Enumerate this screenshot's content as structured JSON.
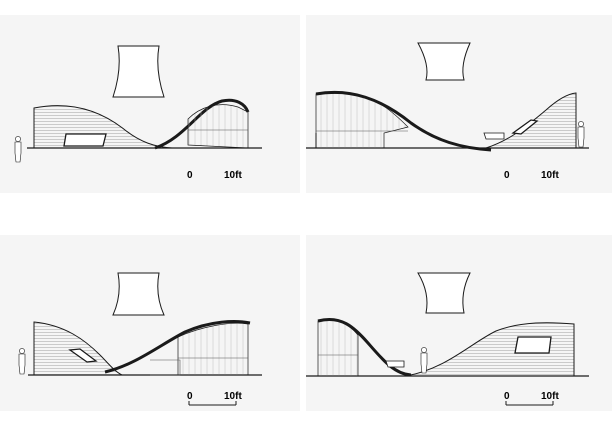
{
  "panels": [
    {
      "id": "elevation-1",
      "scale": {
        "zero": "0",
        "length": "10ft"
      }
    },
    {
      "id": "elevation-2",
      "scale": {
        "zero": "0",
        "length": "10ft"
      }
    },
    {
      "id": "elevation-3",
      "scale": {
        "zero": "0",
        "length": "10ft"
      }
    },
    {
      "id": "elevation-4",
      "scale": {
        "zero": "0",
        "length": "10ft"
      }
    }
  ],
  "colors": {
    "panel_bg": "#f5f5f5",
    "line": "#1a1a1a",
    "hatch": "#9a9a9a"
  }
}
